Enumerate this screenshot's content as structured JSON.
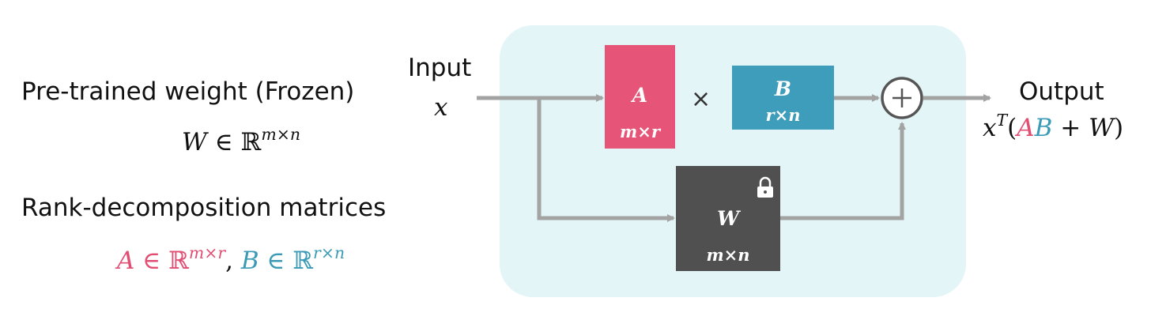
{
  "left": {
    "pretrained_label": "Pre-trained weight (Frozen)",
    "w_formula": {
      "var": "W",
      "rel": "∈",
      "set": "ℝ",
      "sup": "m×n"
    },
    "rank_label": "Rank-decomposition matrices",
    "a_formula": {
      "var": "A",
      "rel": "∈",
      "set": "ℝ",
      "sup": "m×r"
    },
    "separator": ",",
    "b_formula": {
      "var": "B",
      "rel": "∈",
      "set": "ℝ",
      "sup": "r×n"
    }
  },
  "diagram": {
    "input_label": "Input",
    "input_var": "x",
    "a": {
      "name": "A",
      "dims": "m×r"
    },
    "times": "×",
    "b": {
      "name": "B",
      "dims": "r×n"
    },
    "w": {
      "name": "W",
      "dims": "m×n"
    },
    "output_label": "Output",
    "output_formula": {
      "x": "x",
      "sup": "T",
      "open": "(",
      "a": "A",
      "b": "B",
      "plus": "+",
      "w": "W",
      "close": ")"
    }
  },
  "colors": {
    "pink": "#e65477",
    "teal": "#3d9dba",
    "frozen_gray": "#505050",
    "panel_bg": "#e3f5f7",
    "arrow_gray": "#a3a3a3"
  },
  "icons": [
    "lock-icon",
    "add-icon"
  ]
}
